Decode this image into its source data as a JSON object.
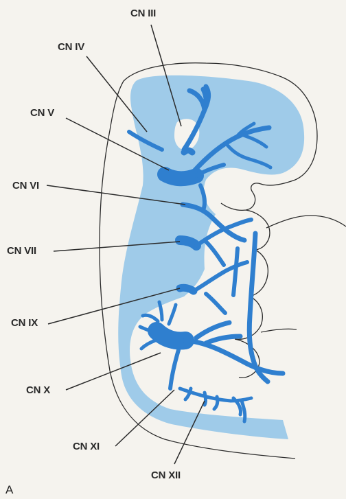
{
  "figure": {
    "panel_letter": "A",
    "labels": {
      "cn3": "CN III",
      "cn4": "CN IV",
      "cn5": "CN V",
      "cn6": "CN VI",
      "cn7": "CN VII",
      "cn9": "CN IX",
      "cn10": "CN X",
      "cn11": "CN XI",
      "cn12": "CN XII"
    }
  },
  "colors": {
    "background": "#f5f3ee",
    "outline": "#2b2b2b",
    "tissue": "#9fcbe9",
    "nerve": "#2f7fcf",
    "leader": "#2b2b2b"
  }
}
